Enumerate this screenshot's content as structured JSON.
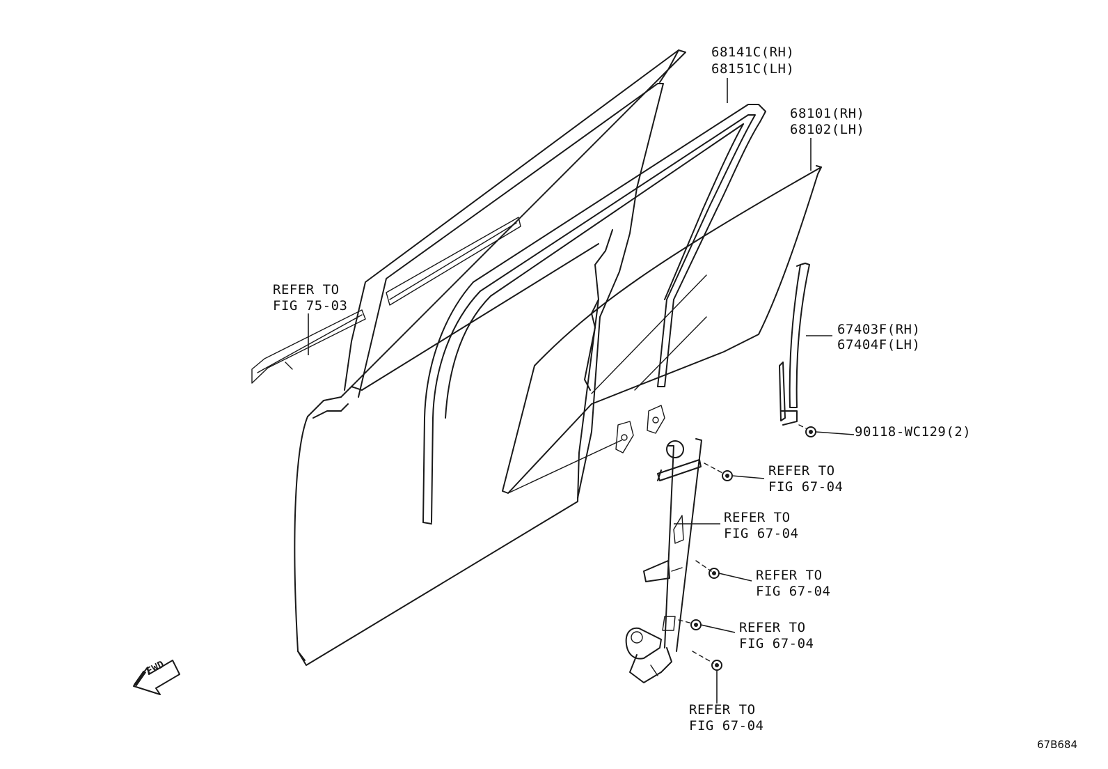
{
  "labels": {
    "glass_run_rh": "68141C(RH)",
    "glass_run_lh": "68151C(LH)",
    "glass_rh": "68101(RH)",
    "glass_lh": "68102(LH)",
    "channel_rh": "67403F(RH)",
    "channel_lh": "67404F(LH)",
    "bolt": "90118-WC129(2)",
    "ref_moulding_1": "REFER TO",
    "ref_moulding_2": "FIG 75-03",
    "ref_a_1": "REFER TO",
    "ref_a_2": "FIG 67-04",
    "ref_b_1": "REFER TO",
    "ref_b_2": "FIG 67-04",
    "ref_c_1": "REFER TO",
    "ref_c_2": "FIG 67-04",
    "ref_d_1": "REFER TO",
    "ref_d_2": "FIG 67-04",
    "ref_e_1": "REFER TO",
    "ref_e_2": "FIG 67-04",
    "fwd": "FWD",
    "diagram_code": "67B684"
  }
}
